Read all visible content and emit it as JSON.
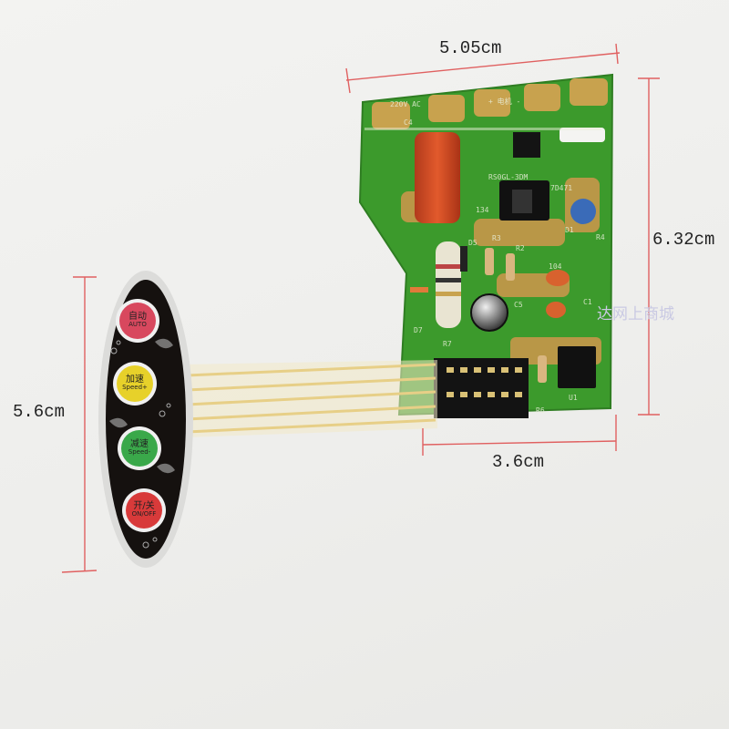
{
  "dimensions": {
    "pcb_top_width": "5.05cm",
    "pcb_right_height": "6.32cm",
    "pcb_bottom_width": "3.6cm",
    "panel_height": "5.6cm"
  },
  "watermark": "达网上商城",
  "pcb_silkscreen": {
    "voltage": "220V AC",
    "motor": "+ 电机 -",
    "c4": "C4",
    "part_134": "134",
    "c1": "C1",
    "c5": "C5",
    "r4": "R4",
    "d5": "D5",
    "r3": "R3",
    "r2": "R2",
    "d1": "D1",
    "d7": "D7",
    "r7": "R7",
    "u1": "U1",
    "r6": "R6",
    "zd": "7D471",
    "bridge": "RS0GL-3DM",
    "c104": "104"
  },
  "buttons": [
    {
      "cn": "自动",
      "en": "AUTO",
      "color": "#d8485e"
    },
    {
      "cn": "加速",
      "en": "Speed+",
      "color": "#e7d12a"
    },
    {
      "cn": "减速",
      "en": "Speed-",
      "color": "#3aa84a"
    },
    {
      "cn": "开/关",
      "en": "ON/OFF",
      "color": "#d83a3a"
    }
  ],
  "colors": {
    "pcb_green": "#3c9a2c",
    "pad_copper": "#c8a24e",
    "ribbon": "#f3e9c8",
    "panel_black": "#15110f",
    "dimension_line": "#e06060"
  }
}
